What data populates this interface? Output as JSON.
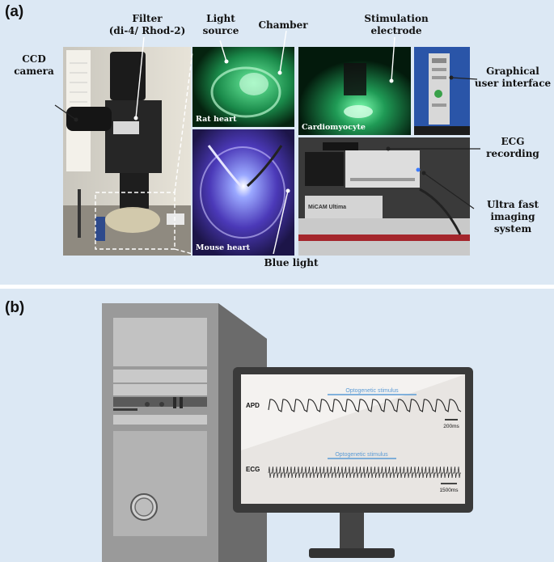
{
  "panel_a": {
    "label": "(a)",
    "annotations": {
      "ccd_camera": [
        "CCD",
        "camera"
      ],
      "filter": [
        "Filter",
        "(di-4/ Rhod-2)"
      ],
      "light_source": [
        "Light",
        "source"
      ],
      "chamber": "Chamber",
      "stimulation_electrode": [
        "Stimulation",
        "electrode"
      ],
      "graphical_user_interface": [
        "Graphical",
        "user interface"
      ],
      "ecg_recording": [
        "ECG",
        "recording"
      ],
      "ultra_fast_imaging": [
        "Ultra fast",
        "imaging system"
      ],
      "blue_light": "Blue light"
    },
    "captions": {
      "rat_heart": "Rat heart",
      "cardiomyocyte": "Cardiomyocyte",
      "mouse_heart": "Mouse heart"
    },
    "device_label": "MiCAM Ultima"
  },
  "panel_b": {
    "label": "(b)",
    "screen": {
      "apd_label": "APD",
      "ecg_label": "ECG",
      "apd_stimulus": "Optogenetic stimulus",
      "ecg_stimulus": "Optogenetic stimulus",
      "apd_scale": "200ms",
      "ecg_scale": "1500ms"
    }
  },
  "colors": {
    "panel_bg": "#dce8f4",
    "stimulus_bar": "#5b9bd5",
    "trace": "#222222"
  }
}
